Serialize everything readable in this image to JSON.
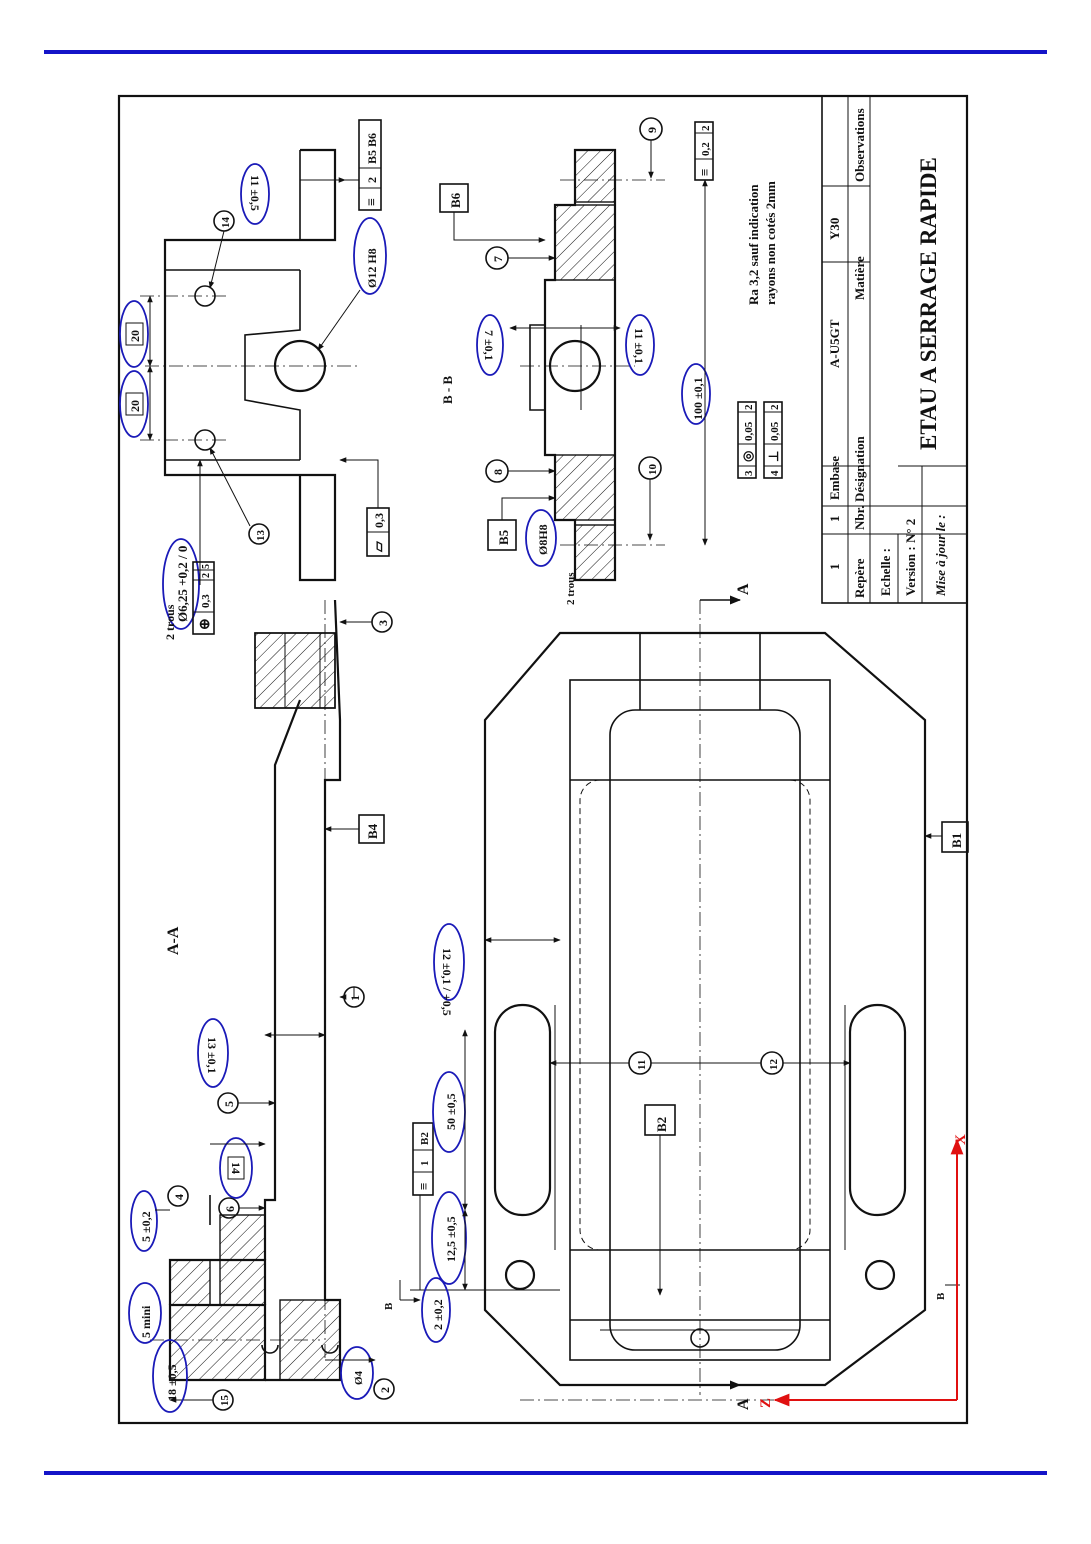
{
  "colors": {
    "rule": "#1414c8",
    "ellipse": "#1a1ab8",
    "axes": "#e01010",
    "ink": "#111111"
  },
  "views": {
    "section_aa": "A-A",
    "section_bb": "B - B"
  },
  "title_block": {
    "title": "ETAU A SERRAGE RAPIDE",
    "row_item": {
      "repere": "1",
      "nbr": "1",
      "designation": "Embase",
      "matiere": "A-U5GT",
      "observations": "Y30"
    },
    "headers": {
      "repere": "Repère",
      "nbr": "Nbr.",
      "designation": "Désignation",
      "matiere": "Matière",
      "observations": "Observations"
    },
    "echelle": "Echelle :",
    "version": "Version : N° 2",
    "mise_a_jour": "Mise à jour le :"
  },
  "notes": {
    "ra": "Ra 3,2 sauf indication",
    "rayons": "rayons non cotés 2mm"
  },
  "datums": {
    "b1": "B1",
    "b2": "B2",
    "b4": "B4",
    "b5": "B5",
    "b6": "B6"
  },
  "cutting_plane": {
    "a": "A",
    "b": "B"
  },
  "axes": {
    "x": "X",
    "z": "Z"
  },
  "callouts": [
    "1",
    "2",
    "3",
    "4",
    "5",
    "6",
    "7",
    "8",
    "9",
    "10",
    "11",
    "12",
    "13",
    "14",
    "15"
  ],
  "dimensions": {
    "d18": "18 ±0,5",
    "d5mini": "5 mini",
    "d5": "5 ±0,2",
    "d14": "14",
    "d13": "13 ±0,1",
    "d4": "Ø4",
    "d2": "2 ±0,2",
    "d12_5": "12,5 ±0,5",
    "d50": "50 ±0,5",
    "d12": "12 ±0,1 / +0,5",
    "d11": "11 ±0,5",
    "d12h8": "Ø12 H8",
    "d20a": "20",
    "d20b": "20",
    "d6_25": "Ø6,25 +0,2 / 0",
    "trous1": "2 trous",
    "trous2": "2 trous",
    "d8h8": "Ø8H8",
    "d100": "100 ±0,1",
    "d7": "7 ±0,1",
    "d11b": "11 ±0,1"
  },
  "tolerances": {
    "sym_b2": {
      "sym": "≡",
      "val": "1",
      "ref": "B2"
    },
    "sym_b5b6": {
      "sym": "≡",
      "val": "2",
      "ref": "B5 B6"
    },
    "flat": {
      "sym": "▱",
      "val": "0,3"
    },
    "pos": {
      "sym": "⊕",
      "val": "0,3",
      "ref1": "2",
      "ref2": "5"
    },
    "conc": {
      "num": "3",
      "sym": "◎",
      "val": "0,05",
      "ref": "2"
    },
    "perp": {
      "num": "4",
      "sym": "⊥",
      "val": "0,05",
      "ref": "2"
    },
    "sym9": {
      "sym": "≡",
      "val": "0,2",
      "ref": "2"
    }
  }
}
